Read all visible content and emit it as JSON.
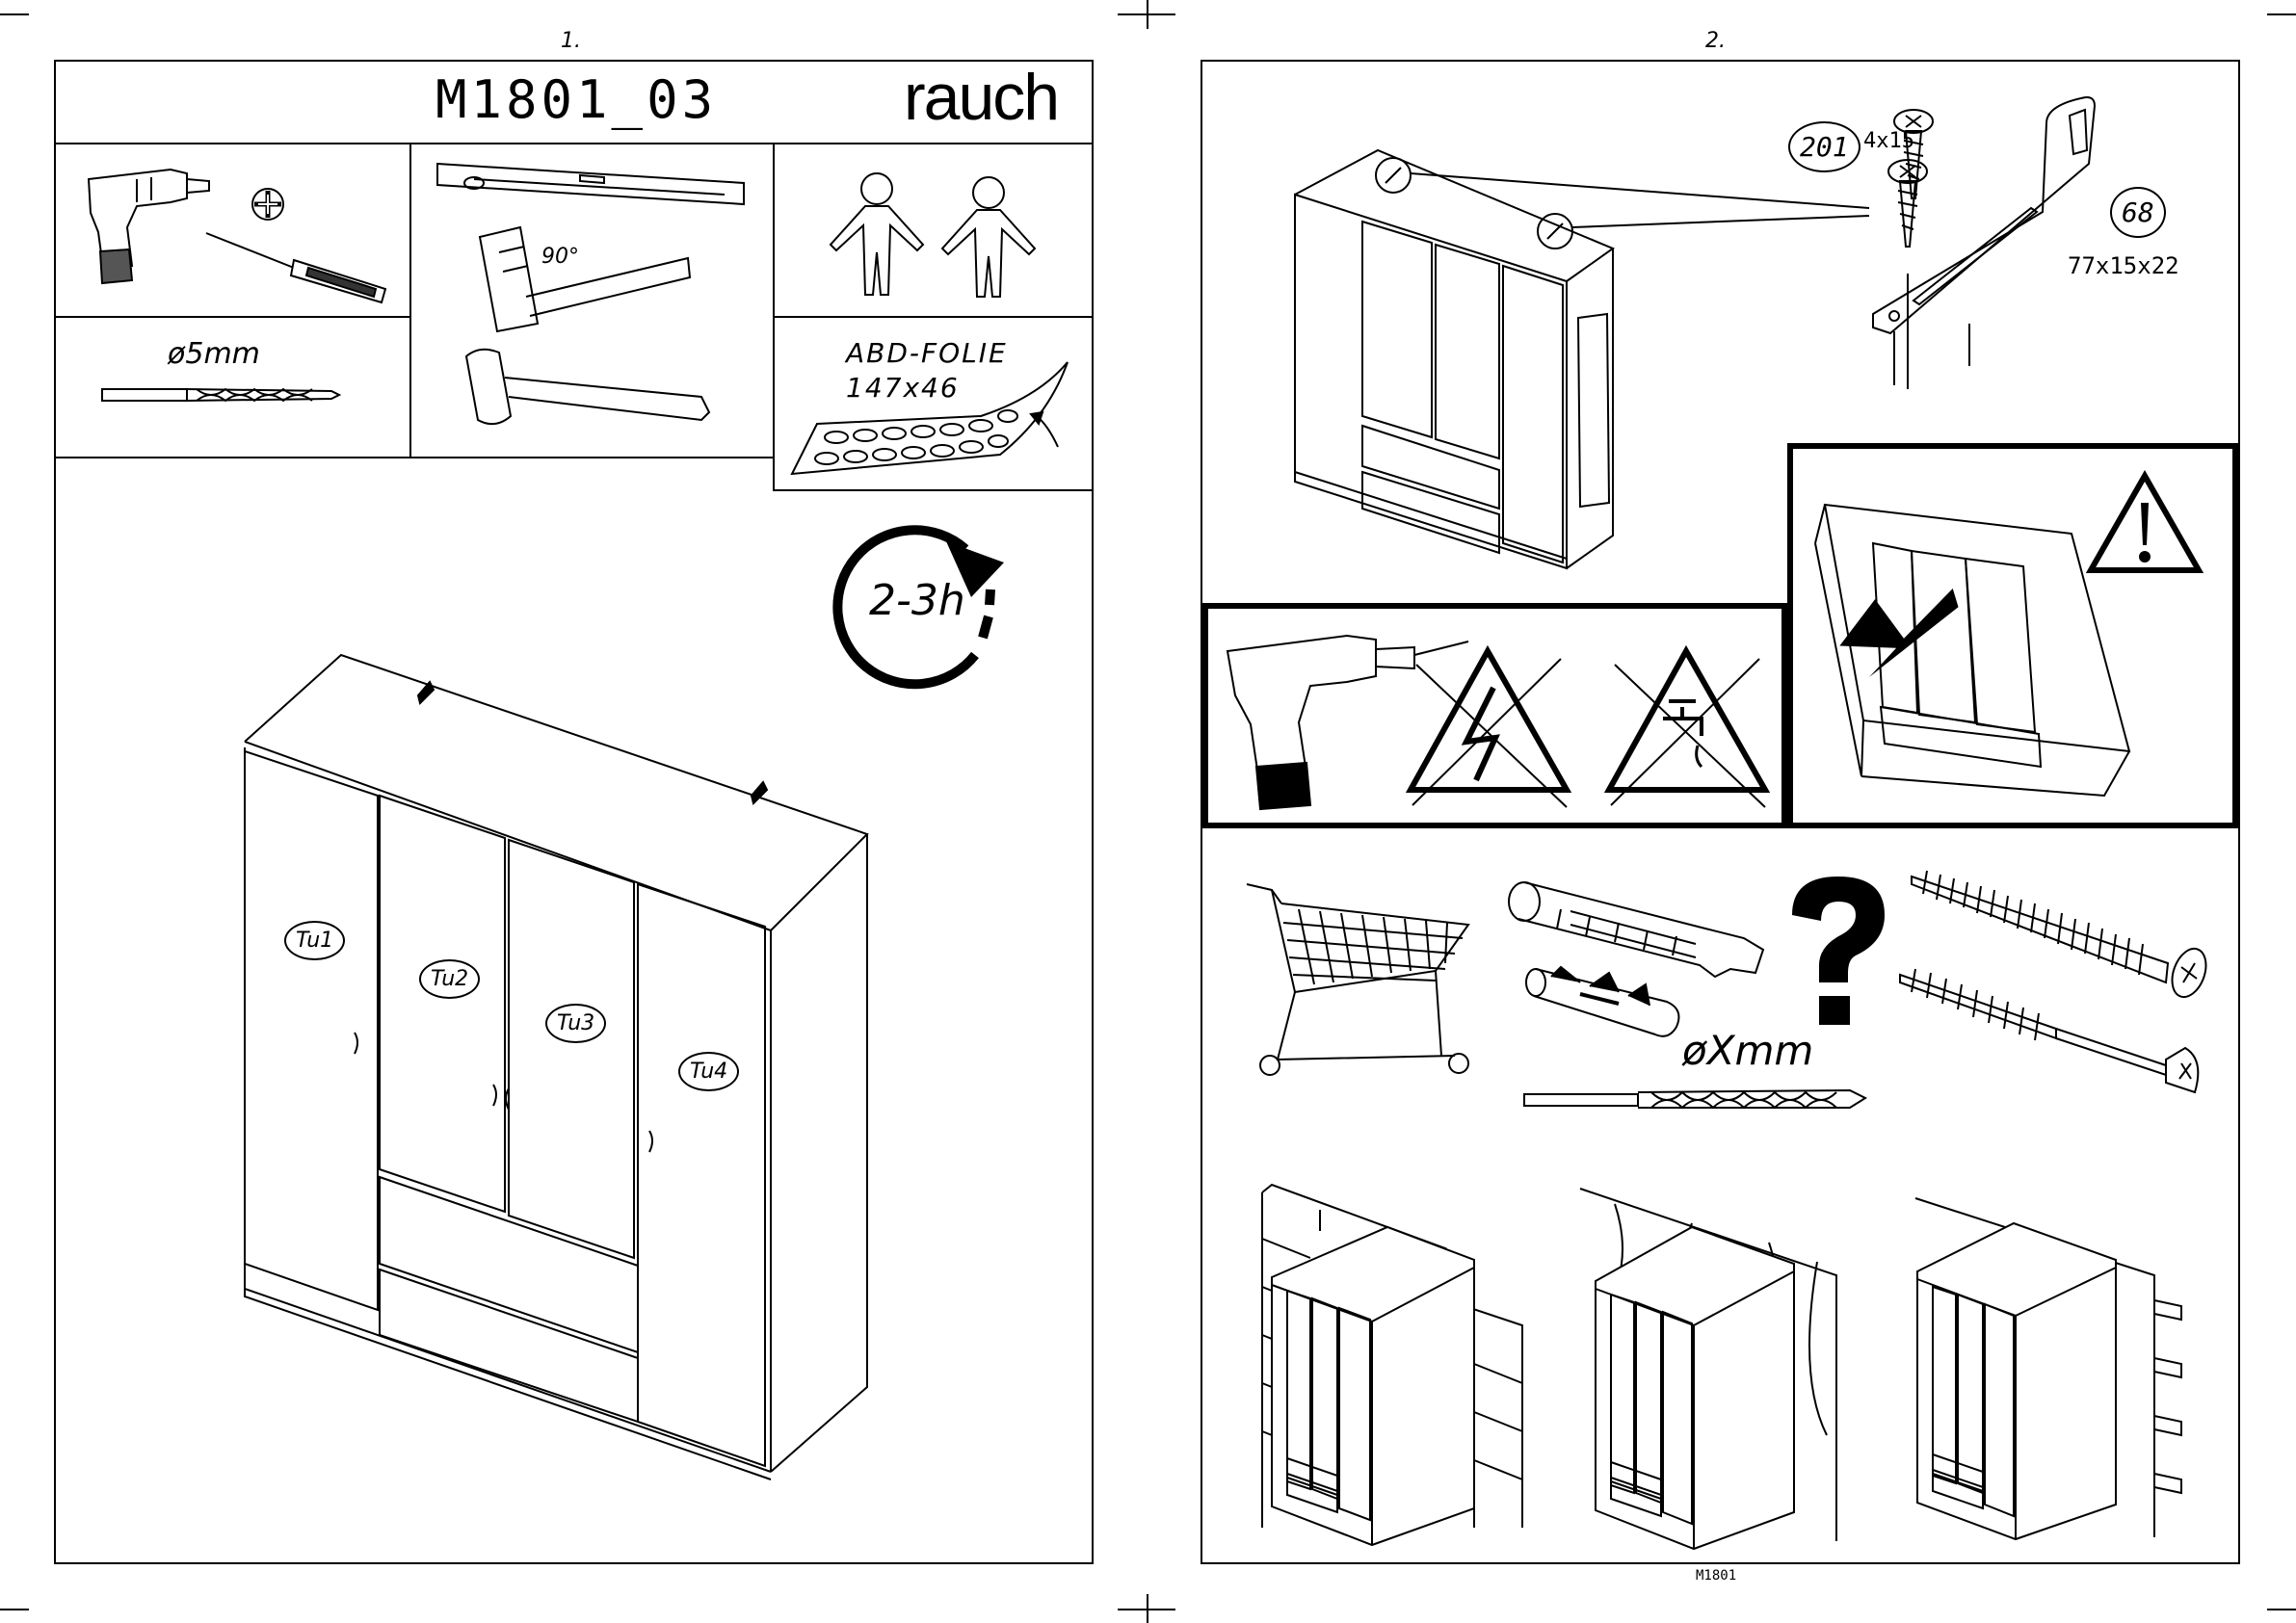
{
  "page_numbers": {
    "left": "1.",
    "right": "2."
  },
  "header": {
    "model_code": "M1801_03",
    "brand": "rauch"
  },
  "tools": {
    "drill_bit_size": "ø5mm",
    "square_angle": "90°",
    "foil_name": "ABD-FOLIE",
    "foil_size": "147x46"
  },
  "assembly_time": "2-3h",
  "door_labels": [
    "Tu1",
    "Tu2",
    "Tu3",
    "Tu4"
  ],
  "parts": [
    {
      "number": "201",
      "size": "4x15"
    },
    {
      "number": "68",
      "size": "77x15x22"
    }
  ],
  "wall_fixing": {
    "drill_size": "øXmm"
  },
  "footer_code": "M1801",
  "icons": [
    "cordless-drill-icon",
    "screwdriver-icon",
    "phillips-head-icon",
    "spirit-level-icon",
    "try-square-icon",
    "hammer-icon",
    "two-persons-icon",
    "drill-bit-icon",
    "adhesive-foil-icon",
    "clock-icon",
    "warning-icon",
    "no-electric-cable-icon",
    "no-water-pipe-icon",
    "shopping-cart-icon",
    "wall-plug-icon",
    "question-mark-icon",
    "wood-screw-icon"
  ]
}
